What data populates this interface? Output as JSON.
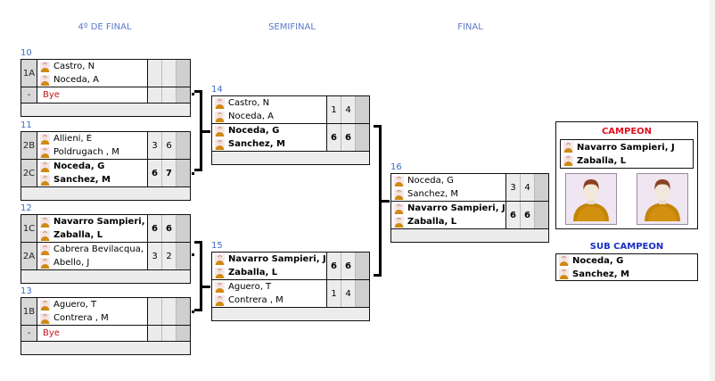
{
  "rounds": {
    "quarterfinal": "4º DE FINAL",
    "semifinal": "SEMIFINAL",
    "final": "FINAL"
  },
  "matches": {
    "m10": {
      "number": "10",
      "top": {
        "seed": "1A",
        "players": [
          "Castro, N",
          "Noceda, A"
        ],
        "scores": [
          "",
          ""
        ],
        "winner": false
      },
      "bottom": {
        "seed": "-",
        "bye": "Bye",
        "scores": [
          "",
          ""
        ]
      }
    },
    "m11": {
      "number": "11",
      "top": {
        "seed": "2B",
        "players": [
          "Allieni, E",
          "Poldrugach , M"
        ],
        "scores": [
          "3",
          "6"
        ],
        "winner": false
      },
      "bottom": {
        "seed": "2C",
        "players": [
          "Noceda, G",
          "Sanchez, M"
        ],
        "scores": [
          "6",
          "7"
        ],
        "winner": true
      }
    },
    "m12": {
      "number": "12",
      "top": {
        "seed": "1C",
        "players": [
          "Navarro Sampieri, J",
          "Zaballa, L"
        ],
        "scores": [
          "6",
          "6"
        ],
        "winner": true
      },
      "bottom": {
        "seed": "2A",
        "players": [
          "Cabrera Bevilacqua, E",
          "Abello, J"
        ],
        "scores": [
          "3",
          "2"
        ],
        "winner": false
      }
    },
    "m13": {
      "number": "13",
      "top": {
        "seed": "1B",
        "players": [
          "Aguero, T",
          "Contrera , M"
        ],
        "scores": [
          "",
          ""
        ],
        "winner": false
      },
      "bottom": {
        "seed": "-",
        "bye": "Bye",
        "scores": [
          "",
          ""
        ]
      }
    },
    "m14": {
      "number": "14",
      "top": {
        "players": [
          "Castro, N",
          "Noceda, A"
        ],
        "scores": [
          "1",
          "4"
        ],
        "winner": false
      },
      "bottom": {
        "players": [
          "Noceda, G",
          "Sanchez, M"
        ],
        "scores": [
          "6",
          "6"
        ],
        "winner": true
      }
    },
    "m15": {
      "number": "15",
      "top": {
        "players": [
          "Navarro Sampieri, J",
          "Zaballa, L"
        ],
        "scores": [
          "6",
          "6"
        ],
        "winner": true
      },
      "bottom": {
        "players": [
          "Aguero, T",
          "Contrera , M"
        ],
        "scores": [
          "1",
          "4"
        ],
        "winner": false
      }
    },
    "m16": {
      "number": "16",
      "top": {
        "players": [
          "Noceda, G",
          "Sanchez, M"
        ],
        "scores": [
          "3",
          "4"
        ],
        "winner": false
      },
      "bottom": {
        "players": [
          "Navarro Sampieri, J",
          "Zaballa, L"
        ],
        "scores": [
          "6",
          "6"
        ],
        "winner": true
      }
    }
  },
  "champion": {
    "title": "CAMPEON",
    "players": [
      "Navarro Sampieri, J",
      "Zaballa, L"
    ],
    "title_color": "#e01020"
  },
  "runner_up": {
    "title": "SUB CAMPEON",
    "players": [
      "Noceda, G",
      "Sanchez, M"
    ],
    "title_color": "#1a2fc8"
  },
  "icons": {
    "player": "person-icon",
    "photo": "avatar-silhouette"
  }
}
